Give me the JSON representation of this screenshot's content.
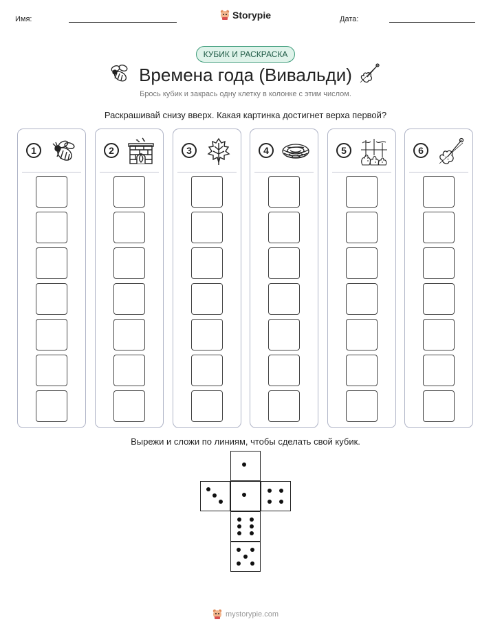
{
  "header": {
    "name_label": "Имя:",
    "date_label": "Дата:",
    "brand": "Storypie"
  },
  "badge": "КУБИК И РАСКРАСКА",
  "title": "Времена года (Вивальди)",
  "subtitle": "Брось кубик и закрась одну клетку в колонке с этим числом.",
  "instruction": "Раскрашивай снизу вверх. Какая картинка достигнет верха первой?",
  "columns": [
    {
      "number": "1",
      "icon": "bee-icon"
    },
    {
      "number": "2",
      "icon": "fireplace-icon"
    },
    {
      "number": "3",
      "icon": "leaf-icon"
    },
    {
      "number": "4",
      "icon": "nest-icon"
    },
    {
      "number": "5",
      "icon": "instruments-icon"
    },
    {
      "number": "6",
      "icon": "violin-icon"
    }
  ],
  "cells_per_column": 7,
  "cut_instruction": "Вырежи и сложи по линиям, чтобы сделать свой кубик.",
  "die_faces": [
    1,
    3,
    1,
    4,
    6,
    5
  ],
  "footer": "mystorypie.com",
  "colors": {
    "accent": "#3a9a78",
    "accent_bg": "#dff3ea",
    "column_border": "#aeb3c6"
  }
}
